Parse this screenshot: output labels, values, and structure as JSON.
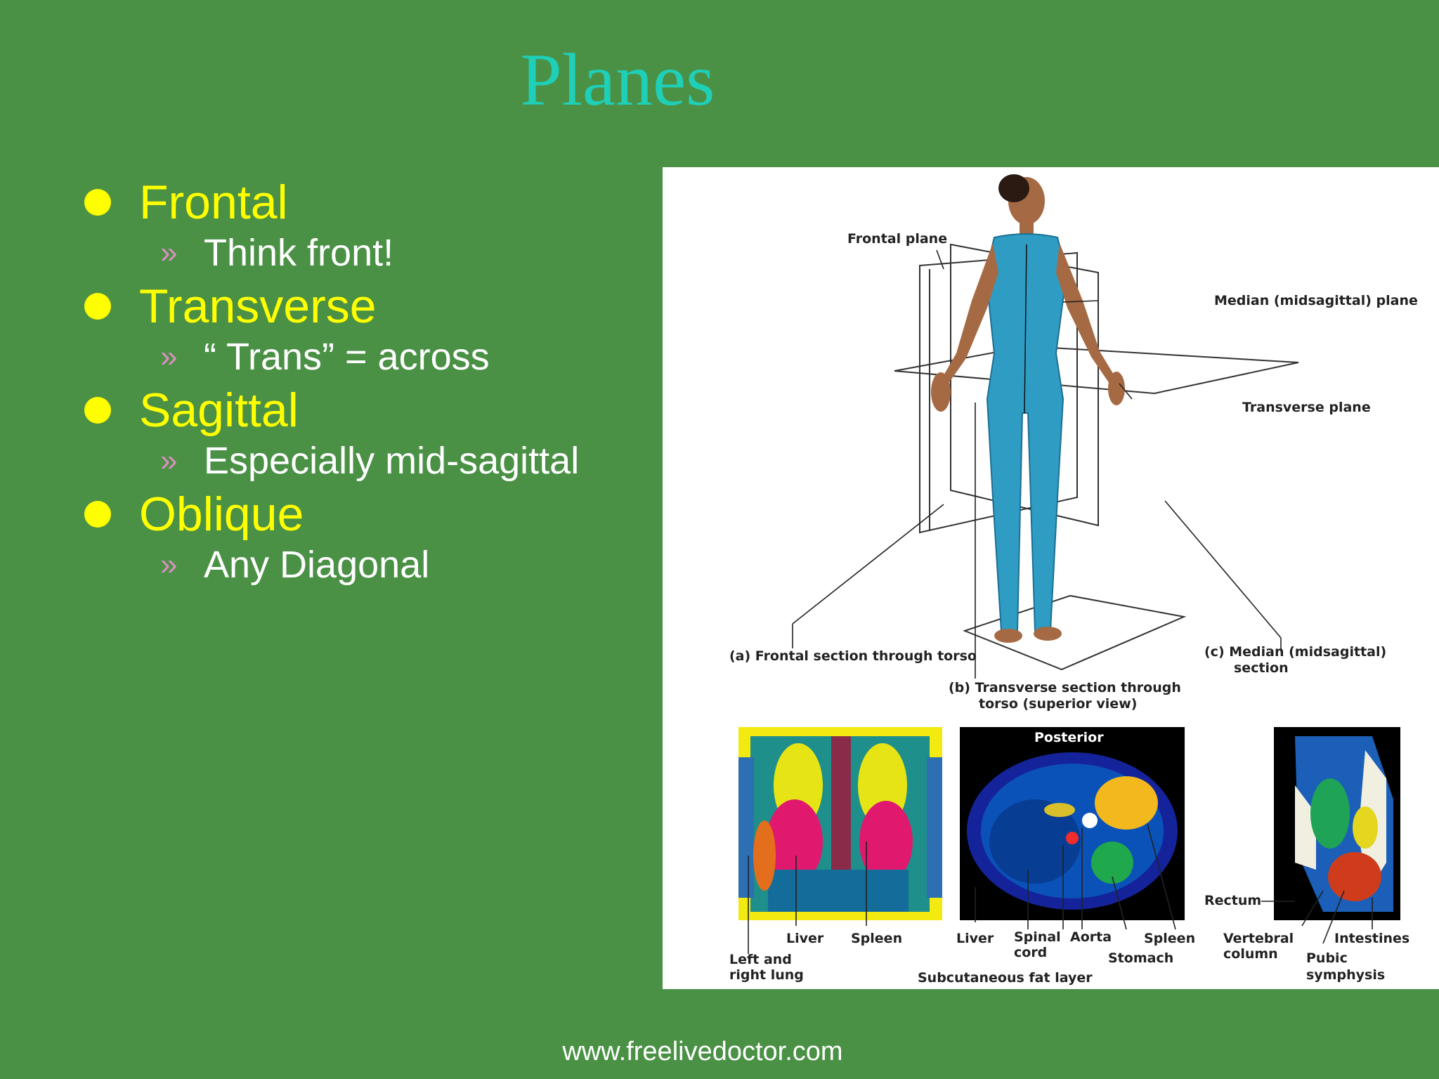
{
  "slide": {
    "title": "Planes",
    "footer": "www.freelivedoctor.com"
  },
  "bullets": [
    {
      "label": "Frontal",
      "sub": "Think front!"
    },
    {
      "label": "Transverse",
      "sub": "“ Trans” = across"
    },
    {
      "label": "Sagittal",
      "sub": "Especially mid-sagittal"
    },
    {
      "label": "Oblique",
      "sub": "Any Diagonal"
    }
  ],
  "sub_marker": "»",
  "figure": {
    "frontal_plane": "Frontal plane",
    "median_plane": "Median (midsagittal) plane",
    "transverse_plane": "Transverse plane",
    "a_line1": "(a)  Frontal section through torso",
    "b_line1": "(b)  Transverse section through",
    "b_line2": "torso (superior view)",
    "c_line1": "(c)  Median (midsagittal)",
    "c_line2": "section",
    "posterior": "Posterior",
    "liver_a": "Liver",
    "spleen_a": "Spleen",
    "lung_line1": "Left and",
    "lung_line2": "right lung",
    "liver_b": "Liver",
    "spinal_line1": "Spinal",
    "spinal_line2": "cord",
    "aorta": "Aorta",
    "spleen_b": "Spleen",
    "stomach": "Stomach",
    "fat_layer": "Subcutaneous fat layer",
    "rectum": "Rectum",
    "vertebral_line1": "Vertebral",
    "vertebral_line2": "column",
    "intestines": "Intestines",
    "pubic_line1": "Pubic",
    "pubic_line2": "symphysis"
  }
}
